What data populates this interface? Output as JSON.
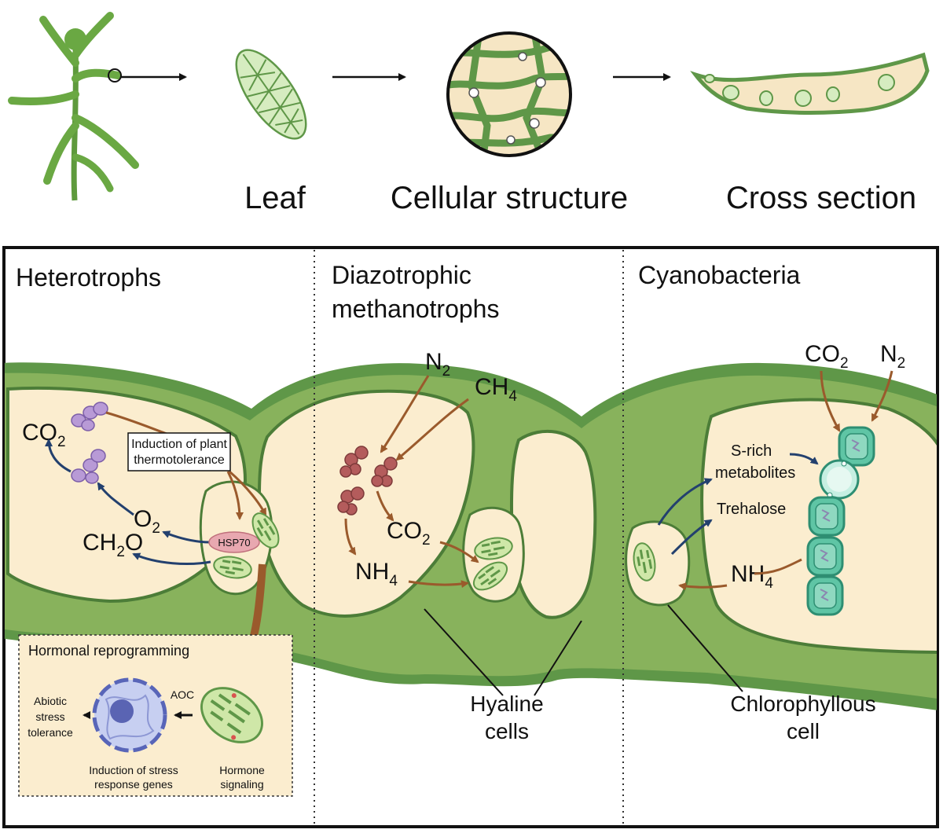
{
  "top": {
    "leaf_label": "Leaf",
    "cellular_label": "Cellular structure",
    "cross_label": "Cross section"
  },
  "panels": {
    "heterotrophs": "Heterotrophs",
    "diazo_line1": "Diazotrophic",
    "diazo_line2": "methanotrophs",
    "cyano": "Cyanobacteria"
  },
  "heterotrophs": {
    "co2": "CO",
    "co2_sub": "2",
    "o2": "O",
    "o2_sub": "2",
    "ch2o_a": "CH",
    "ch2o_sub": "2",
    "ch2o_b": "O",
    "induction_line1": "Induction of plant",
    "induction_line2": "thermotolerance",
    "hsp70": "HSP70"
  },
  "hormonal": {
    "title": "Hormonal reprogramming",
    "abiotic_1": "Abiotic",
    "abiotic_2": "stress",
    "abiotic_3": "tolerance",
    "aoc": "AOC",
    "induction_1": "Induction of stress",
    "induction_2": "response genes",
    "hormone_1": "Hormone",
    "hormone_2": "signaling"
  },
  "diazo": {
    "n2": "N",
    "n2_sub": "2",
    "ch4": "CH",
    "ch4_sub": "4",
    "co2": "CO",
    "co2_sub": "2",
    "nh4": "NH",
    "nh4_sub": "4"
  },
  "cyano": {
    "co2": "CO",
    "co2_sub": "2",
    "n2": "N",
    "n2_sub": "2",
    "srich_1": "S-rich",
    "srich_2": "metabolites",
    "trehalose": "Trehalose",
    "nh4": "NH",
    "nh4_sub": "4"
  },
  "labels": {
    "hyaline_1": "Hyaline",
    "hyaline_2": "cells",
    "chloro_1": "Chlorophyllous",
    "chloro_2": "cell"
  },
  "colors": {
    "wall": "#5f9748",
    "wall_dark": "#3e6b2e",
    "cell": "#fbedcf",
    "brown": "#9a5a2c",
    "navy": "#23406e",
    "purple": "#b89ad6",
    "red": "#b45c5c",
    "teal": "#54c2a0",
    "hsp": "#e8a8b0",
    "nucleus": "#aeb7e6"
  }
}
